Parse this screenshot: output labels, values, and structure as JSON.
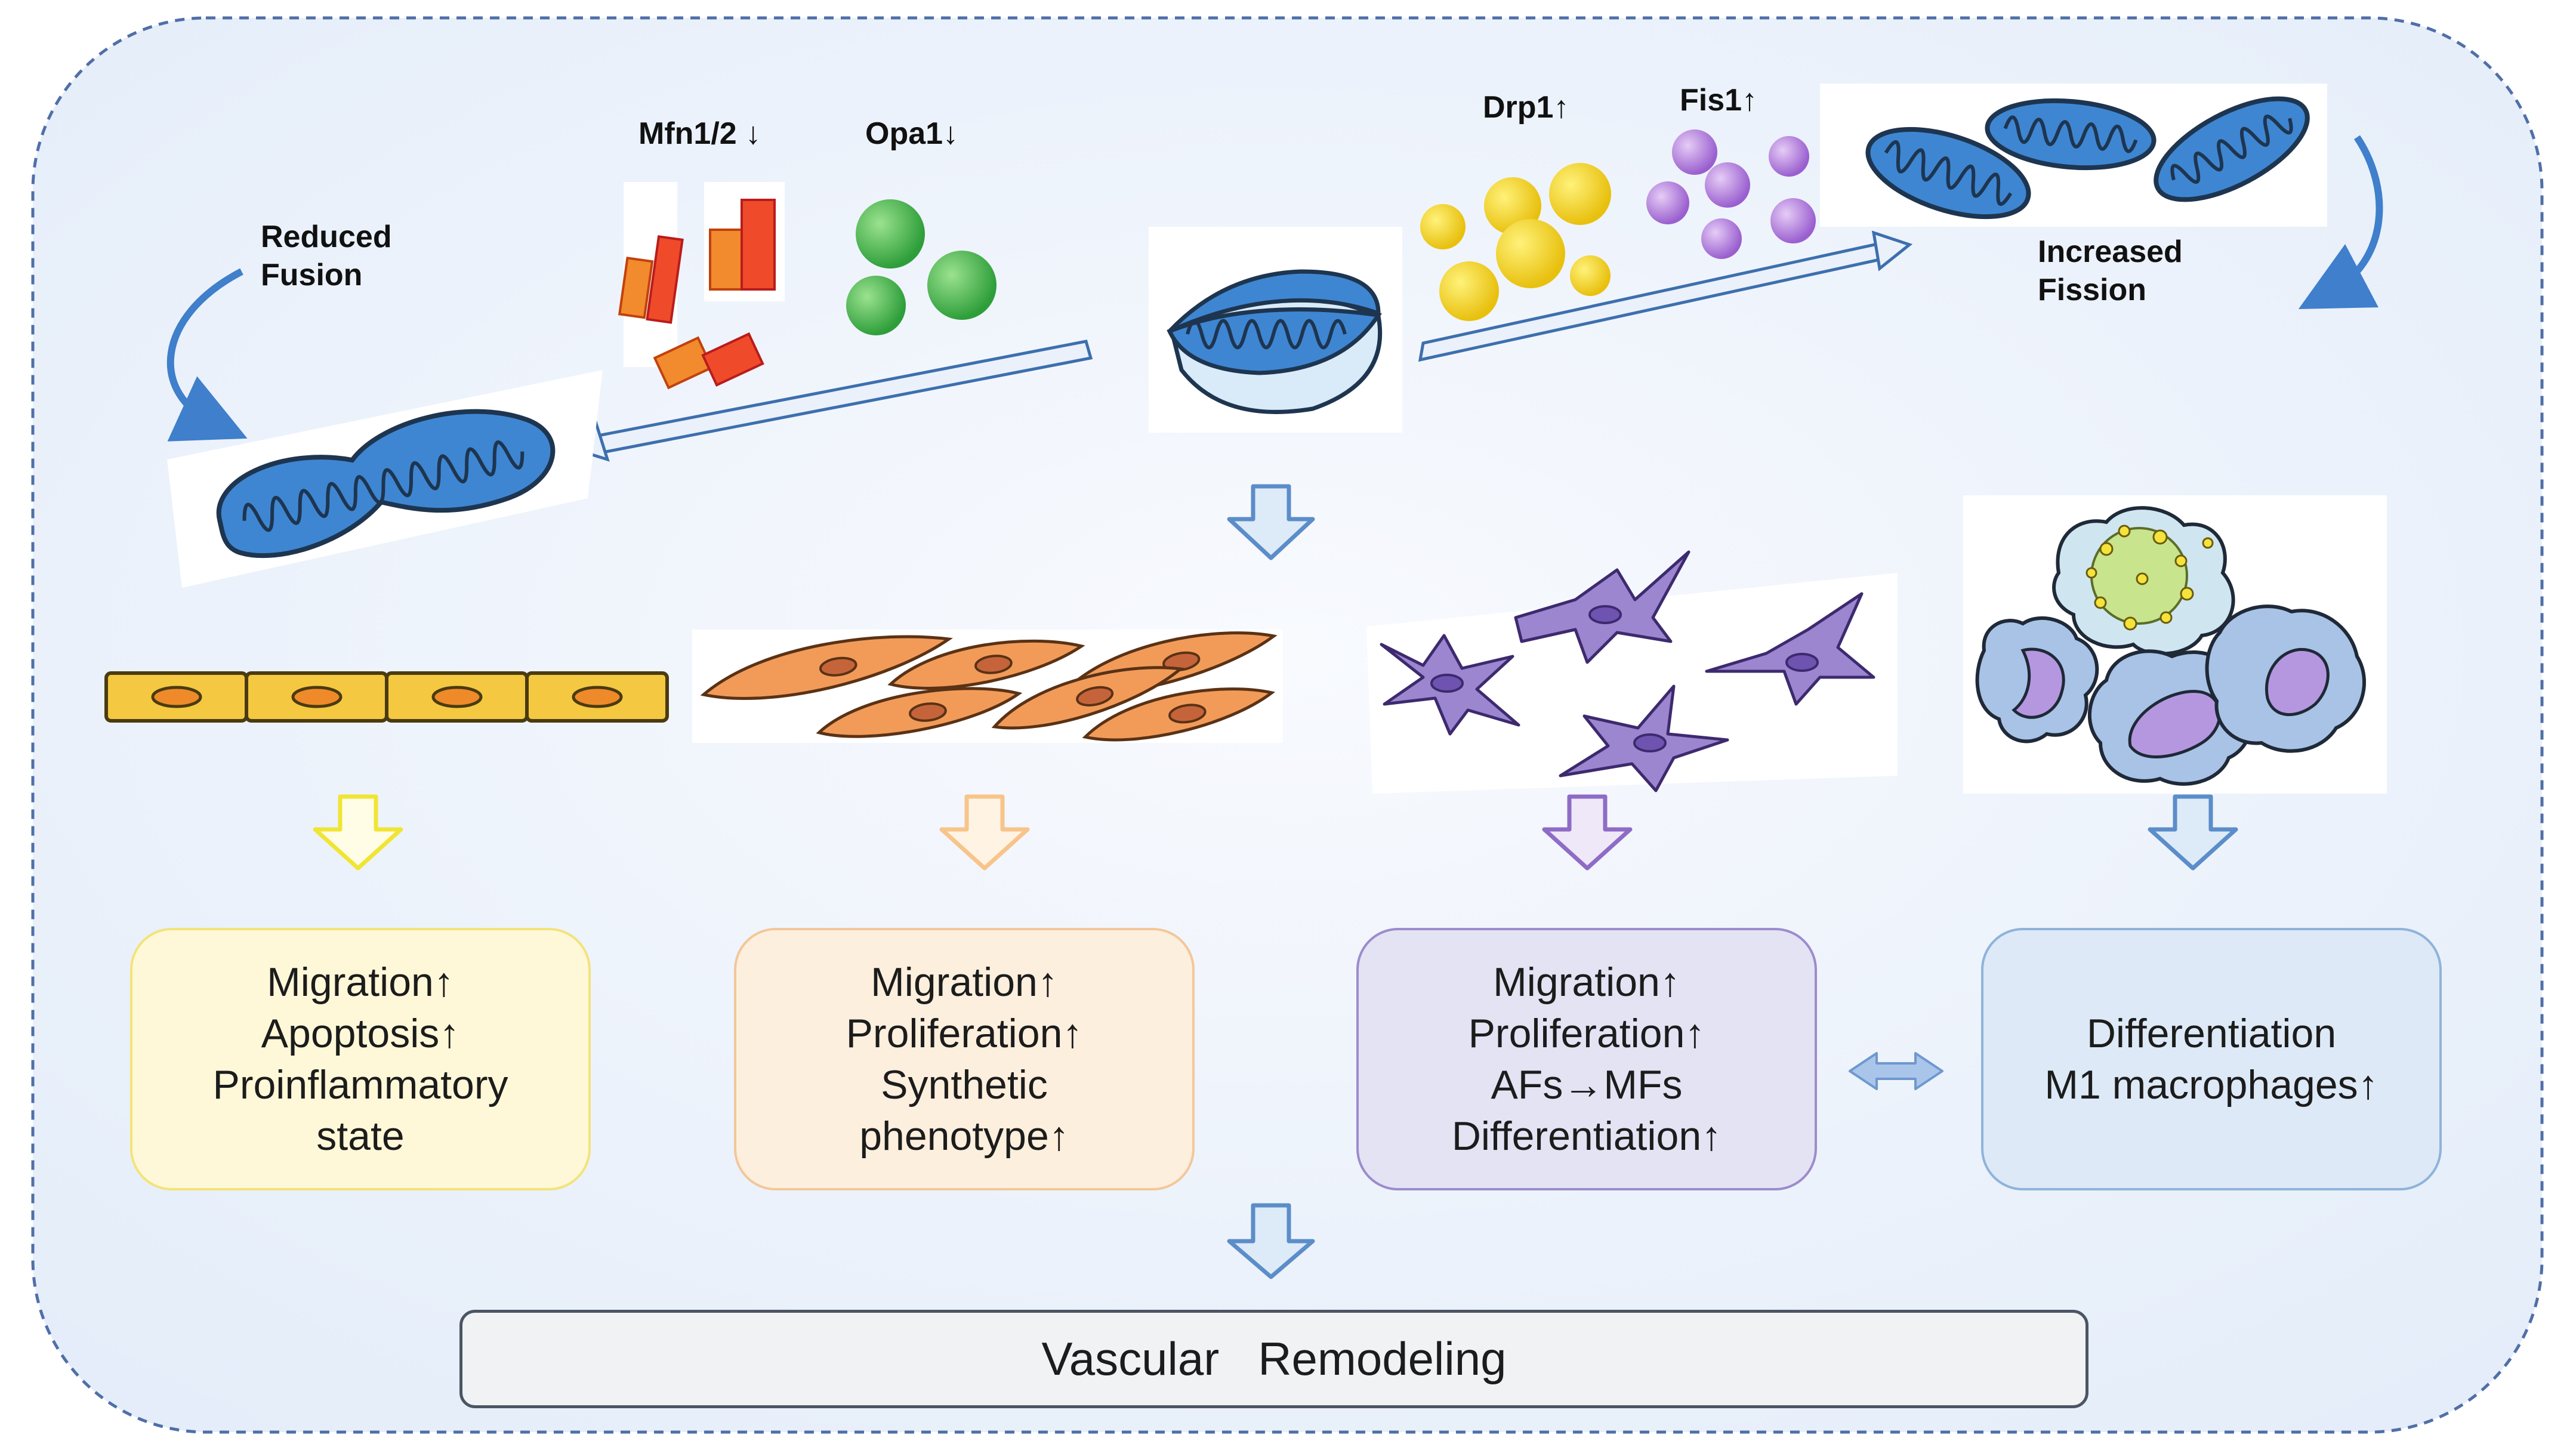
{
  "labels": {
    "mfn": "Mfn1/2 ↓",
    "opa": "Opa1↓",
    "drp": "Drp1↑",
    "fis": "Fis1↑",
    "reduced_fusion": "Reduced\nFusion",
    "increased_fission": "Increased\nFission"
  },
  "boxes": [
    {
      "text": "Migration↑\nApoptosis↑\nProinflammatory\nstate",
      "fill": "#FFF8D8",
      "border": "#F3E37A"
    },
    {
      "text": "Migration↑\nProliferation↑\nSynthetic\nphenotype↑",
      "fill": "#FDEFDD",
      "border": "#F3C79A"
    },
    {
      "text": "Migration↑\nProliferation↑\nAFs→MFs\nDifferentiation↑",
      "fill": "#E3E3F4",
      "border": "#9C8CCB"
    },
    {
      "text": "Differentiation\nM1 macrophages↑",
      "fill": "#DDE9F6",
      "border": "#8FB3DA"
    }
  ],
  "final": {
    "text": "Vascular   Remodeling",
    "fill": "#F1F2F4",
    "border": "#4B5563"
  },
  "colors": {
    "background": "#EDF3FB",
    "frame": "#4F6FA8",
    "mito_blue": "#3E86D2",
    "endothelial": "#F5C842",
    "smc": "#F29B59",
    "fibroblast": "#9B86CF",
    "macrophage": "#A8C3E6",
    "arrow_yellow": "#F0E534",
    "arrow_orange": "#F7C48A",
    "arrow_purple": "#8E6CC6",
    "arrow_blue": "#5B8DC9"
  }
}
